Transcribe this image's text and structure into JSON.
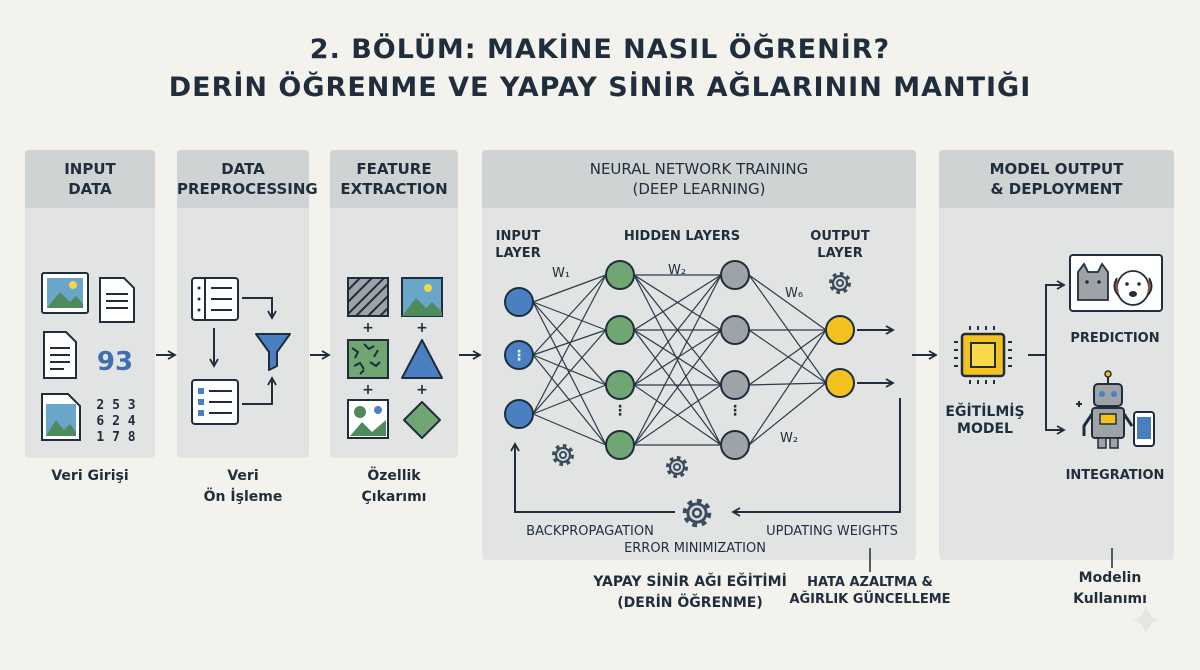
{
  "title": {
    "line1": "2. BÖLÜM: MAKİNE NASIL ÖĞRENİR?",
    "line2": "DERİN ÖĞRENME VE YAPAY SİNİR AĞLARININ MANTIĞI"
  },
  "panels": {
    "input": {
      "head1": "INPUT",
      "head2": "DATA",
      "caption": "Veri Girişi",
      "number": "93",
      "digits1": "2 5 3",
      "digits2": "6 2 4",
      "digits3": "1 7 8"
    },
    "preprocessing": {
      "head1": "DATA",
      "head2": "PREPROCESSING",
      "caption1": "Veri",
      "caption2": "Ön İşleme"
    },
    "feature": {
      "head1": "FEATURE",
      "head2": "EXTRACTION",
      "caption1": "Özellik",
      "caption2": "Çıkarımı"
    },
    "training": {
      "head1": "NEURAL NETWORK TRAINING",
      "head2": "(DEEP LEARNING)",
      "input_layer1": "INPUT",
      "input_layer2": "LAYER",
      "hidden_layers": "HIDDEN LAYERS",
      "output_layer1": "OUTPUT",
      "output_layer2": "LAYER",
      "w1": "W₁",
      "w2": "W₂",
      "w6": "W₆",
      "w2b": "W₂",
      "backprop": "BACKPROPAGATION",
      "error_min": "ERROR MINIMIZATION",
      "updating": "UPDATING WEIGHTS",
      "caption1": "YAPAY SİNİR AĞI EĞİTİMİ",
      "caption2": "(DERİN ÖĞRENME)",
      "side1": "HATA AZALTMA &",
      "side2": "AĞIRLIK GÜNCELLEME"
    },
    "output": {
      "head1": "MODEL OUTPUT",
      "head2": "& DEPLOYMENT",
      "model1": "EĞİTİLMİŞ",
      "model2": "MODEL",
      "prediction": "PREDICTION",
      "integration": "INTEGRATION",
      "caption1": "Modelin",
      "caption2": "Kullanımı"
    }
  },
  "colors": {
    "navy": "#1f2d3d",
    "blue_node": "#4a7fc1",
    "green_node": "#6fa672",
    "gray_node": "#9ea3a8",
    "yellow_node": "#f3c21f"
  }
}
